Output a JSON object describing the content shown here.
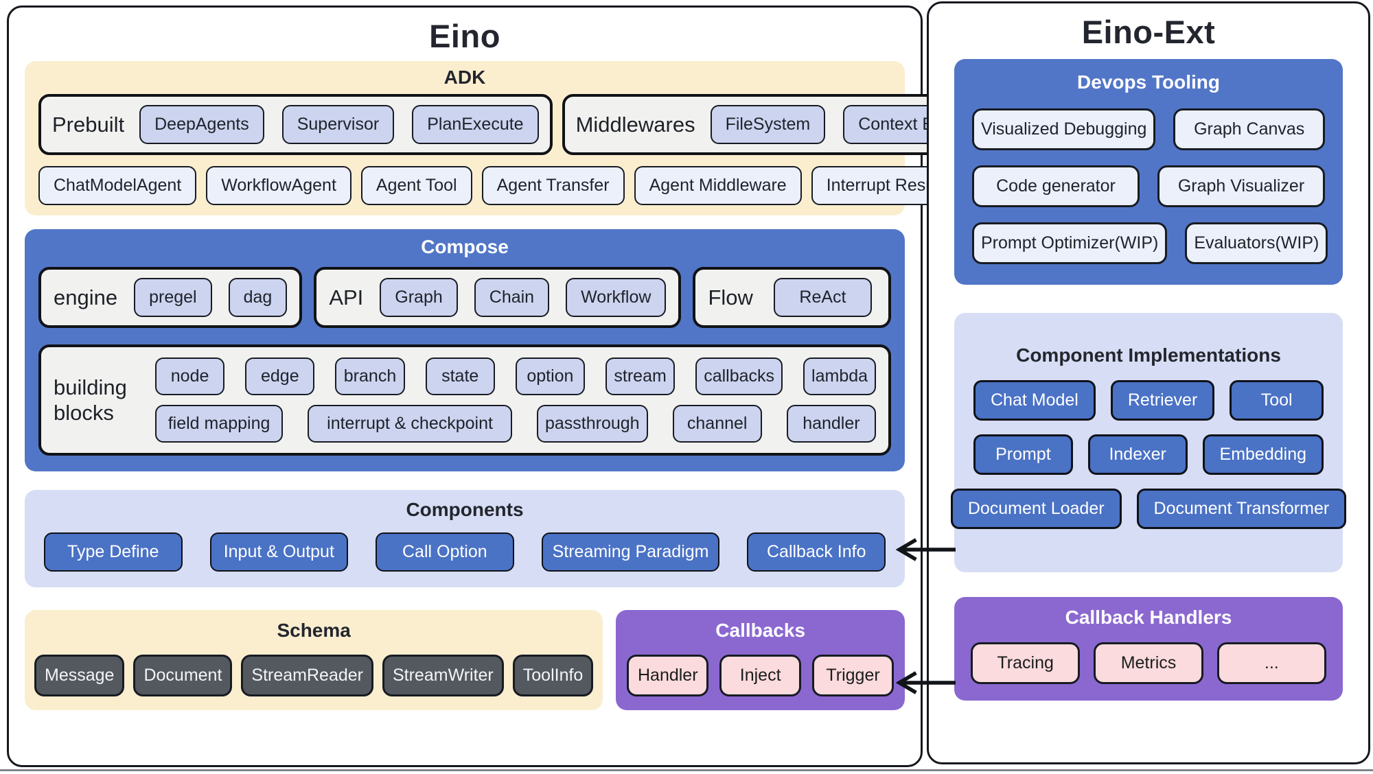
{
  "eino": {
    "title": "Eino",
    "adk": {
      "label": "ADK",
      "prebuilt": {
        "label": "Prebuilt",
        "items": [
          "DeepAgents",
          "Supervisor",
          "PlanExecute"
        ]
      },
      "middlewares": {
        "label": "Middlewares",
        "items": [
          "FileSystem",
          "Context Engineer"
        ]
      },
      "agents": [
        "ChatModelAgent",
        "WorkflowAgent",
        "Agent Tool",
        "Agent Transfer",
        "Agent Middleware",
        "Interrupt Resume"
      ]
    },
    "compose": {
      "label": "Compose",
      "engine": {
        "label": "engine",
        "items": [
          "pregel",
          "dag"
        ]
      },
      "api": {
        "label": "API",
        "items": [
          "Graph",
          "Chain",
          "Workflow"
        ]
      },
      "flow": {
        "label": "Flow",
        "items": [
          "ReAct"
        ]
      },
      "building_blocks": {
        "label": "building blocks",
        "row1": [
          "node",
          "edge",
          "branch",
          "state",
          "option",
          "stream",
          "callbacks",
          "lambda"
        ],
        "row2": [
          "field mapping",
          "interrupt & checkpoint",
          "passthrough",
          "channel",
          "handler"
        ]
      }
    },
    "components": {
      "label": "Components",
      "items": [
        "Type Define",
        "Input & Output",
        "Call Option",
        "Streaming Paradigm",
        "Callback Info"
      ]
    },
    "schema": {
      "label": "Schema",
      "items": [
        "Message",
        "Document",
        "StreamReader",
        "StreamWriter",
        "ToolInfo"
      ]
    },
    "callbacks": {
      "label": "Callbacks",
      "items": [
        "Handler",
        "Inject",
        "Trigger"
      ]
    }
  },
  "eino_ext": {
    "title": "Eino-Ext",
    "devops": {
      "label": "Devops Tooling",
      "items": [
        "Visualized Debugging",
        "Graph Canvas",
        "Code generator",
        "Graph Visualizer",
        "Prompt Optimizer(WIP)",
        "Evaluators(WIP)"
      ]
    },
    "component_impl": {
      "label": "Component Implementations",
      "items": [
        "Chat Model",
        "Retriever",
        "Tool",
        "Prompt",
        "Indexer",
        "Embedding",
        "Document Loader",
        "Document Transformer"
      ]
    },
    "callback_handlers": {
      "label": "Callback Handlers",
      "items": [
        "Tracing",
        "Metrics",
        "..."
      ]
    }
  },
  "colors": {
    "blue": "#5276c7",
    "button_blue": "#4a72c5",
    "yellow": "#fbeecf",
    "lavender_bg": "#d7ddf4",
    "lavender_chip": "#ccd4ef",
    "light_chip": "#ebf0fb",
    "purple": "#8b68d0",
    "pink_chip": "#fbdbdd",
    "dark_chip": "#54585f",
    "ink": "#15181d"
  }
}
